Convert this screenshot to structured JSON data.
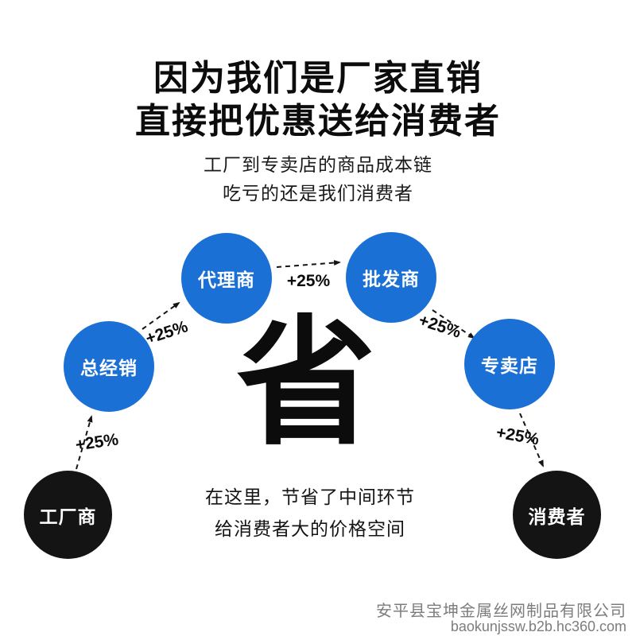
{
  "title": {
    "line1": "因为我们是厂家直销",
    "line2": "直接把优惠送给消费者"
  },
  "subtitle": {
    "line1": "工厂到专卖店的商品成本链",
    "line2": "吃亏的还是我们消费者"
  },
  "center": {
    "character": "省"
  },
  "chain": {
    "nodes": [
      {
        "id": "factory",
        "label": "工厂商",
        "color": "#141414"
      },
      {
        "id": "distributor",
        "label": "总经销",
        "color": "#1b70d6"
      },
      {
        "id": "agent",
        "label": "代理商",
        "color": "#1b70d6"
      },
      {
        "id": "wholesaler",
        "label": "批发商",
        "color": "#1b70d6"
      },
      {
        "id": "store",
        "label": "专卖店",
        "color": "#1b70d6"
      },
      {
        "id": "consumer",
        "label": "消费者",
        "color": "#141414"
      }
    ],
    "markups": [
      "+25%",
      "+25%",
      "+25%",
      "+25%",
      "+25%"
    ]
  },
  "note": {
    "line1": "在这里，节省了中间环节",
    "line2": "给消费者大的价格空间"
  },
  "watermark": {
    "line1": "安平县宝坤金属丝网制品有限公司",
    "line2": "baokunjssw.b2b.hc360.com"
  },
  "colors": {
    "node_blue": "#1b70d6",
    "node_black": "#141414",
    "text": "#0c0c0c",
    "watermark_gray": "#7d7d7d",
    "background": "#ffffff"
  }
}
